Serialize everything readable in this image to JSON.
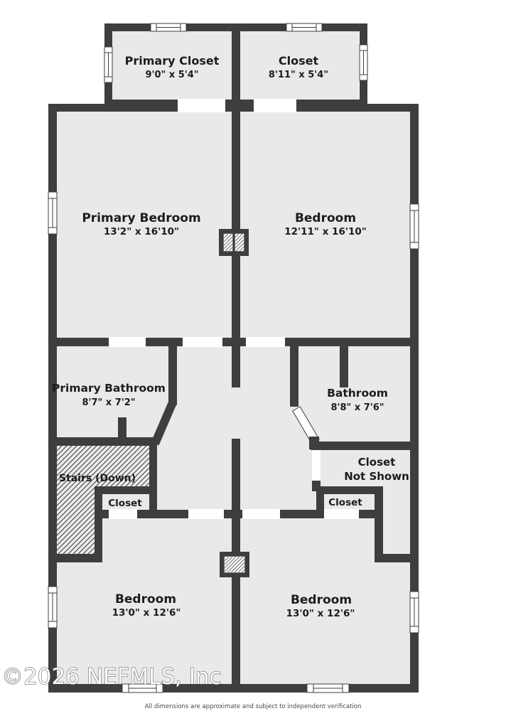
{
  "colors": {
    "wall": "#3e3e3e",
    "room": "#e9e9e9",
    "hatchbg": "#ececec",
    "hatchline": "#4f4f4f",
    "text": "#1c1c1c",
    "window": "#ffffff"
  },
  "rooms": {
    "primary_closet": {
      "name": "Primary Closet",
      "dims": "9'0\" x 5'4\""
    },
    "closet_top": {
      "name": "Closet",
      "dims": "8'11\" x 5'4\""
    },
    "primary_bedroom": {
      "name": "Primary Bedroom",
      "dims": "13'2\" x 16'10\""
    },
    "bedroom_upper_right": {
      "name": "Bedroom",
      "dims": "12'11\" x 16'10\""
    },
    "primary_bathroom": {
      "name": "Primary Bathroom",
      "dims": "8'7\" x 7'2\""
    },
    "bathroom": {
      "name": "Bathroom",
      "dims": "8'8\" x 7'6\""
    },
    "stairs": {
      "name": "Stairs (Down)"
    },
    "closet_left": {
      "name": "Closet"
    },
    "closet_not_shown": {
      "line1": "Closet",
      "line2": "Not Shown"
    },
    "closet_right": {
      "name": "Closet"
    },
    "bedroom_lower_left": {
      "name": "Bedroom",
      "dims": "13'0\" x 12'6\""
    },
    "bedroom_lower_right": {
      "name": "Bedroom",
      "dims": "13'0\" x 12'6\""
    }
  },
  "watermark": "©2026 NEFMLS, Inc",
  "disclaimer": "All dimensions are approximate and subject to independent verification"
}
